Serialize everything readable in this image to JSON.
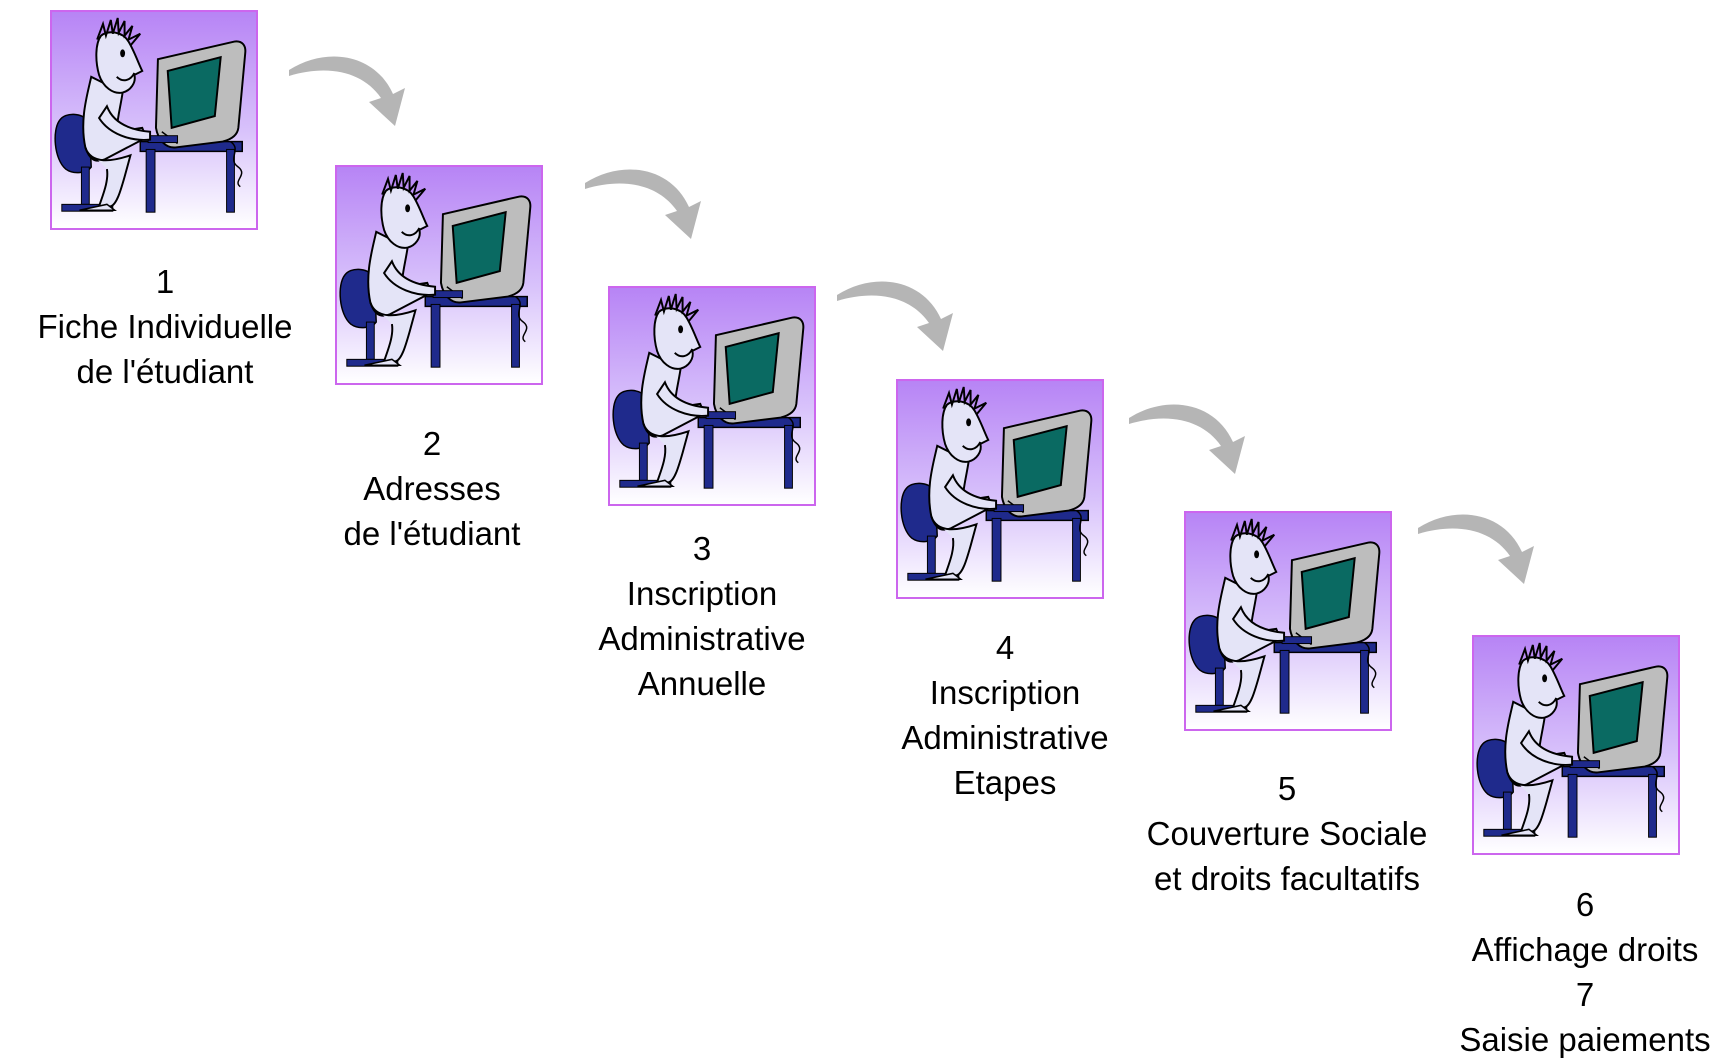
{
  "colors": {
    "frame_border": "#cc66ee",
    "gradient_top": "#b784f5",
    "gradient_bottom": "#ffffff",
    "arrow": "#b5b5b5"
  },
  "steps": [
    {
      "number": "1",
      "lines": [
        "Fiche Individuelle",
        "de l'étudiant"
      ],
      "icon": "person-at-computer-icon"
    },
    {
      "number": "2",
      "lines": [
        "Adresses",
        "de l'étudiant"
      ],
      "icon": "person-at-computer-icon"
    },
    {
      "number": "3",
      "lines": [
        "Inscription",
        "Administrative",
        "Annuelle"
      ],
      "icon": "person-at-computer-icon"
    },
    {
      "number": "4",
      "lines": [
        "Inscription",
        "Administrative",
        "Etapes"
      ],
      "icon": "person-at-computer-icon"
    },
    {
      "number": "5",
      "lines": [
        "Couverture Sociale",
        "et droits facultatifs"
      ],
      "icon": "person-at-computer-icon"
    },
    {
      "number": "6",
      "lines": [
        "Affichage droits",
        "7",
        "Saisie paiements"
      ],
      "icon": "person-at-computer-icon"
    }
  ],
  "connector_icon": "curved-arrow-icon"
}
